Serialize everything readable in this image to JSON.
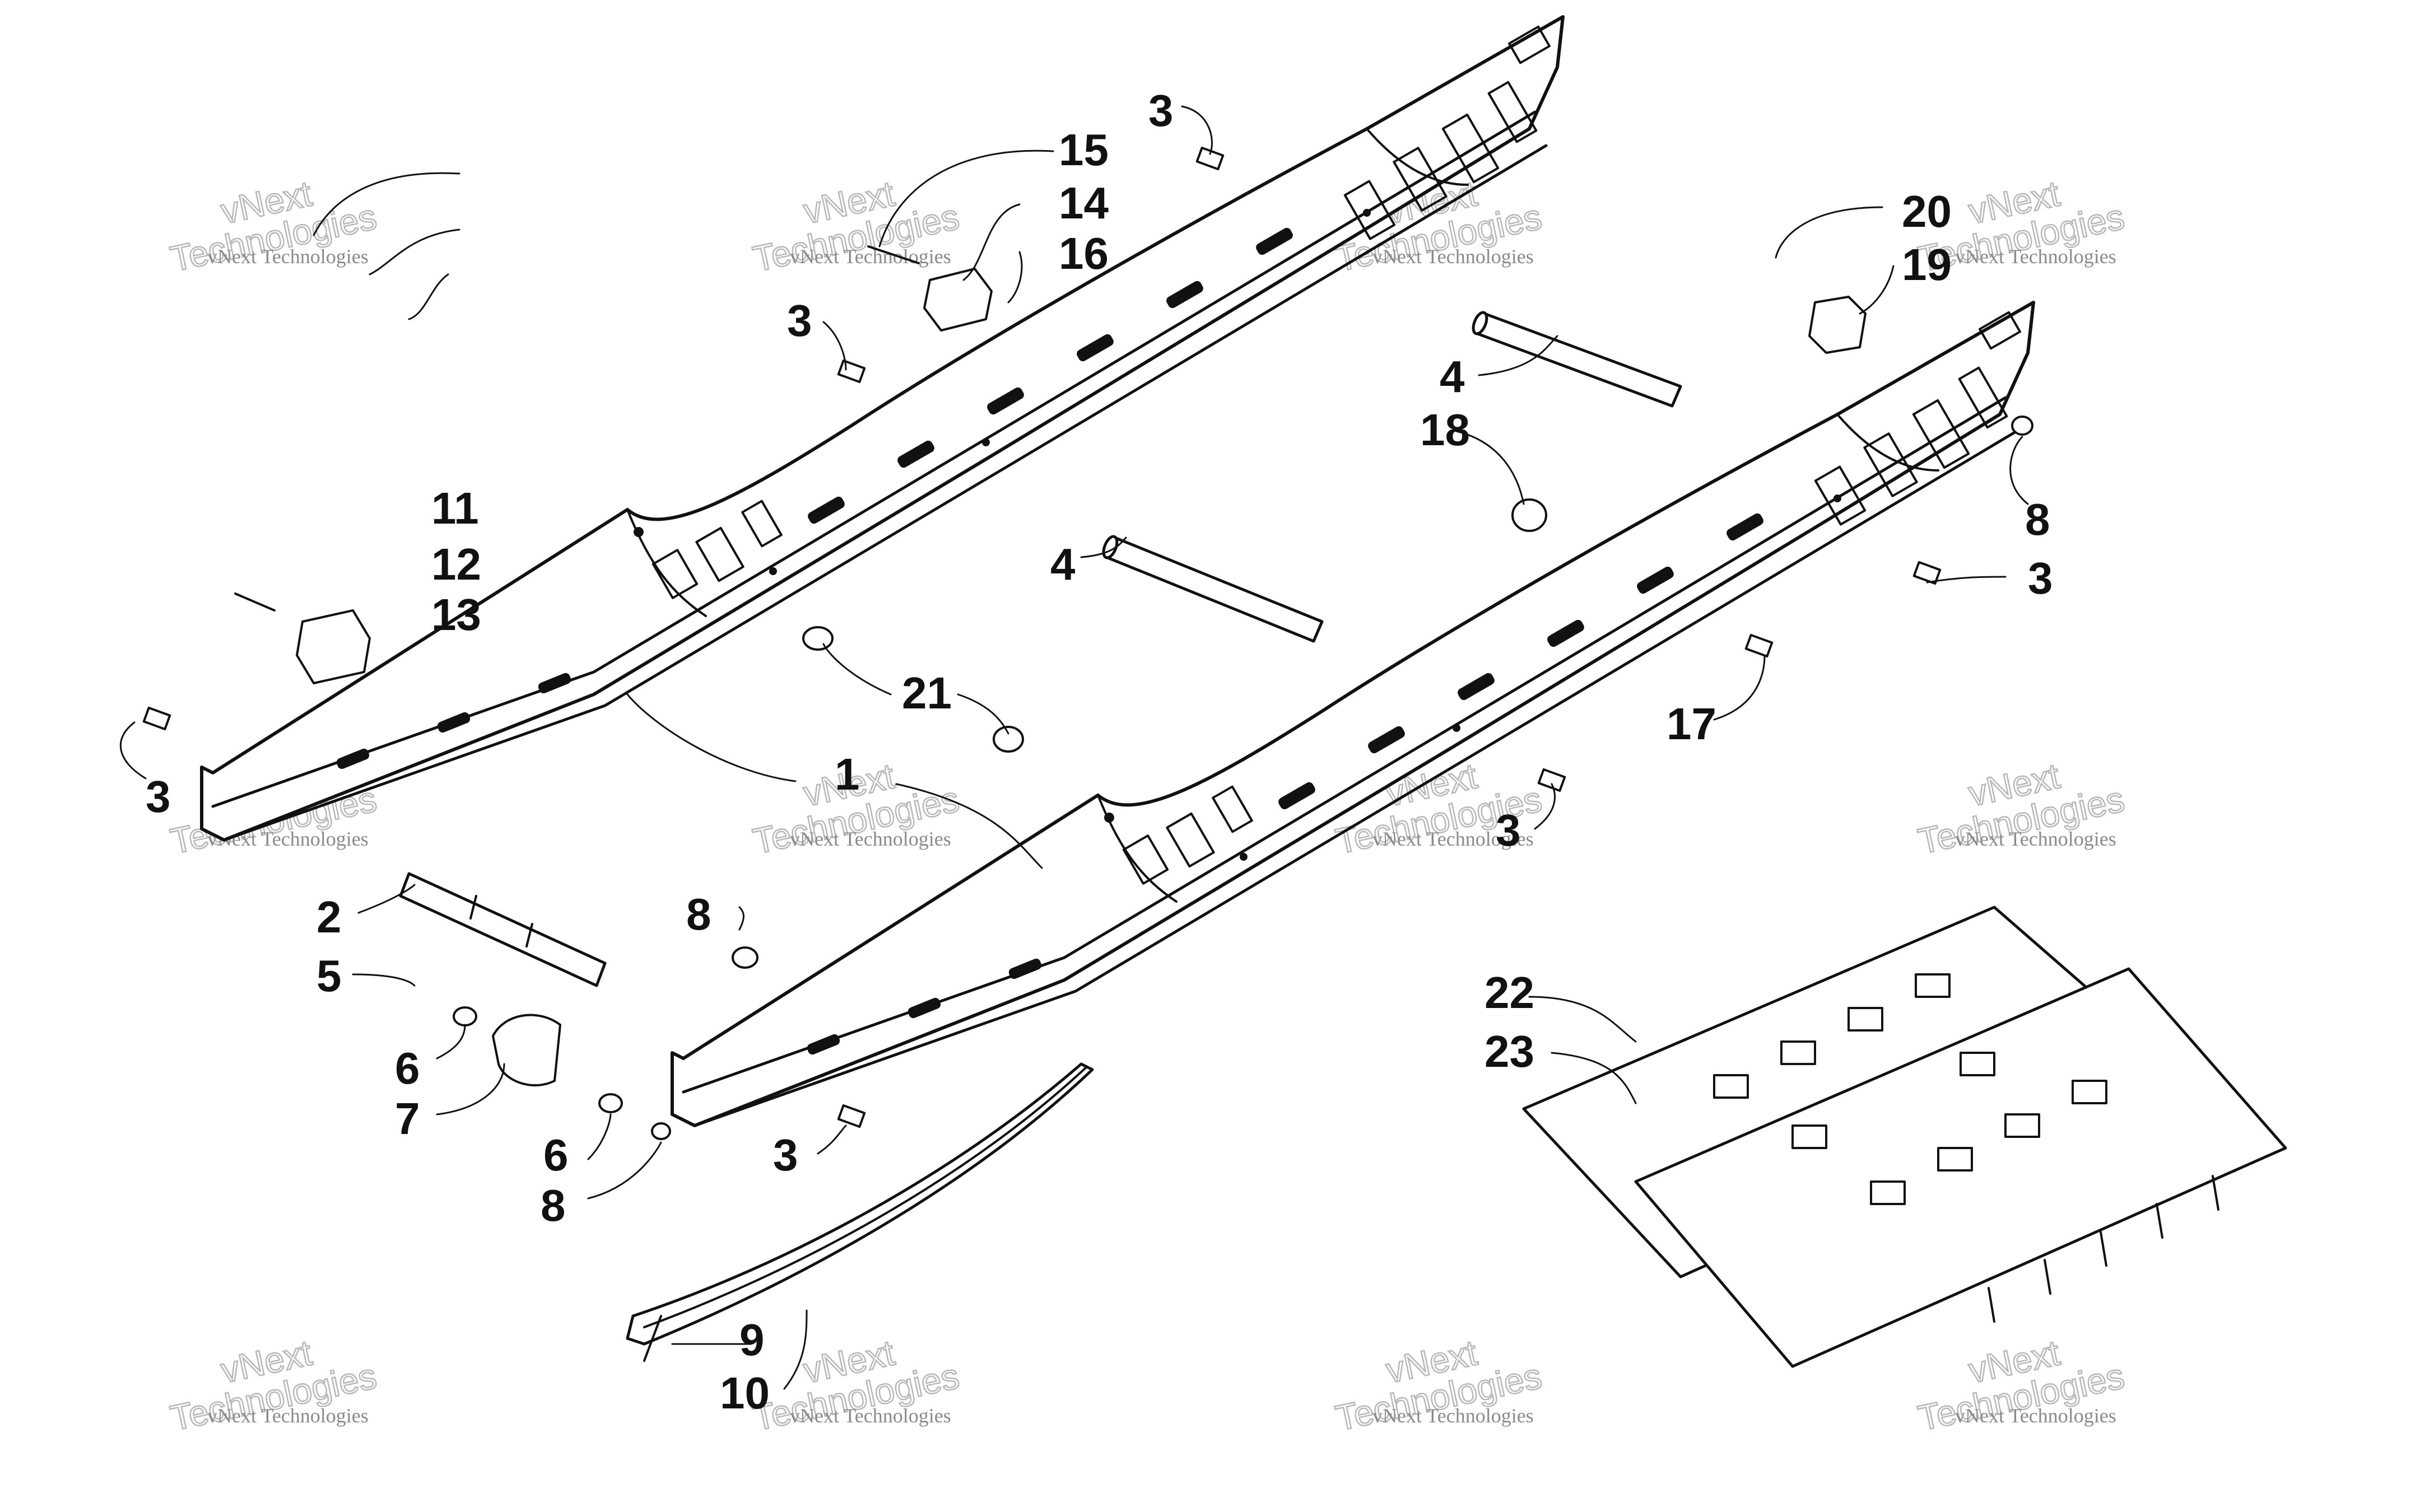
{
  "diagram": {
    "labels": [
      {
        "id": "lbl-1",
        "text": "1"
      },
      {
        "id": "lbl-2",
        "text": "2"
      },
      {
        "id": "lbl-3a",
        "text": "3"
      },
      {
        "id": "lbl-3b",
        "text": "3"
      },
      {
        "id": "lbl-3c",
        "text": "3"
      },
      {
        "id": "lbl-3d",
        "text": "3"
      },
      {
        "id": "lbl-3e",
        "text": "3"
      },
      {
        "id": "lbl-3f",
        "text": "3"
      },
      {
        "id": "lbl-4a",
        "text": "4"
      },
      {
        "id": "lbl-4b",
        "text": "4"
      },
      {
        "id": "lbl-5",
        "text": "5"
      },
      {
        "id": "lbl-6a",
        "text": "6"
      },
      {
        "id": "lbl-6b",
        "text": "6"
      },
      {
        "id": "lbl-7",
        "text": "7"
      },
      {
        "id": "lbl-8a",
        "text": "8"
      },
      {
        "id": "lbl-8b",
        "text": "8"
      },
      {
        "id": "lbl-8c",
        "text": "8"
      },
      {
        "id": "lbl-9",
        "text": "9"
      },
      {
        "id": "lbl-10",
        "text": "10"
      },
      {
        "id": "lbl-11",
        "text": "11"
      },
      {
        "id": "lbl-12",
        "text": "12"
      },
      {
        "id": "lbl-13",
        "text": "13"
      },
      {
        "id": "lbl-14",
        "text": "14"
      },
      {
        "id": "lbl-15",
        "text": "15"
      },
      {
        "id": "lbl-16",
        "text": "16"
      },
      {
        "id": "lbl-17",
        "text": "17"
      },
      {
        "id": "lbl-18",
        "text": "18"
      },
      {
        "id": "lbl-19",
        "text": "19"
      },
      {
        "id": "lbl-20",
        "text": "20"
      },
      {
        "id": "lbl-21",
        "text": "21"
      },
      {
        "id": "lbl-22",
        "text": "22"
      },
      {
        "id": "lbl-23",
        "text": "23"
      }
    ],
    "watermark": {
      "small_text": "vNext Technologies",
      "big_line1": "vNext",
      "big_line2": "Technologies"
    }
  }
}
